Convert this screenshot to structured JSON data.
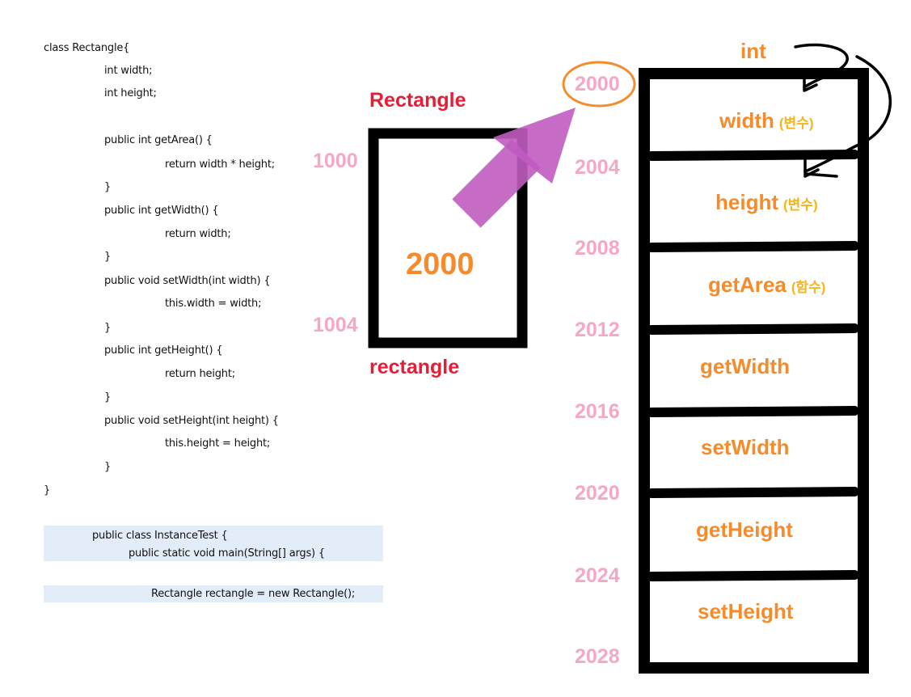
{
  "code": {
    "rectangle_class": [
      "class Rectangle{",
      "int width;",
      "int height;",
      "",
      "public int getArea() {",
      "return width * height;",
      "}",
      "public int getWidth() {",
      "return width;",
      "}",
      "public void setWidth(int width) {",
      "this.width = width;",
      "}",
      "public int getHeight() {",
      "return height;",
      "}",
      "public void setHeight(int height) {",
      "this.height = height;",
      "}",
      "}"
    ],
    "instance_test": [
      "public class InstanceTest {",
      "public static void main(String[] args) {",
      "Rectangle rectangle = new Rectangle();"
    ]
  },
  "reference": {
    "type_label": "Rectangle",
    "var_label": "rectangle",
    "stored_value": "2000",
    "addr_start": "1000",
    "addr_end": "1004"
  },
  "object": {
    "type_hint": "int",
    "start_address": "2000",
    "addresses": [
      "2004",
      "2008",
      "2012",
      "2016",
      "2020",
      "2024",
      "2028"
    ],
    "slots": [
      {
        "name": "width",
        "note": "(변수)"
      },
      {
        "name": "height",
        "note": "(변수)"
      },
      {
        "name": "getArea",
        "note": "(함수)"
      },
      {
        "name": "getWidth",
        "note": ""
      },
      {
        "name": "setWidth",
        "note": ""
      },
      {
        "name": "getHeight",
        "note": ""
      },
      {
        "name": "setHeight",
        "note": ""
      }
    ]
  },
  "colors": {
    "red_label": "#e51e36",
    "address_pink": "#f4a8c6",
    "orange": "#f58b2a",
    "note_yellow": "#f5b51a",
    "arrow_purple": "#c05cc0",
    "highlight_blue": "#e3edf9"
  }
}
